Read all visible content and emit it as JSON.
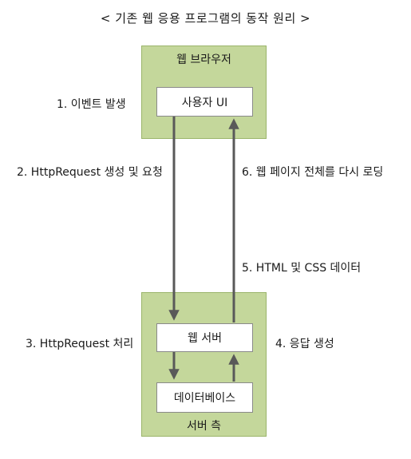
{
  "title": "< 기존 웹 응용 프로그램의 동작 원리 >",
  "browser": {
    "label": "웹 브라우저",
    "user_ui": "사용자 UI"
  },
  "server": {
    "label": "서버 측",
    "web_server": "웹 서버",
    "database": "데이터베이스"
  },
  "steps": {
    "s1": "1. 이벤트 발생",
    "s2": "2. HttpRequest 생성 및 요청",
    "s3": "3. HttpRequest 처리",
    "s4": "4. 응답 생성",
    "s5": "5. HTML 및 CSS 데이터",
    "s6": "6. 웹 페이지 전체를 다시 로딩"
  },
  "colors": {
    "group_fill": "#c4d79b",
    "arrow": "#595959"
  }
}
